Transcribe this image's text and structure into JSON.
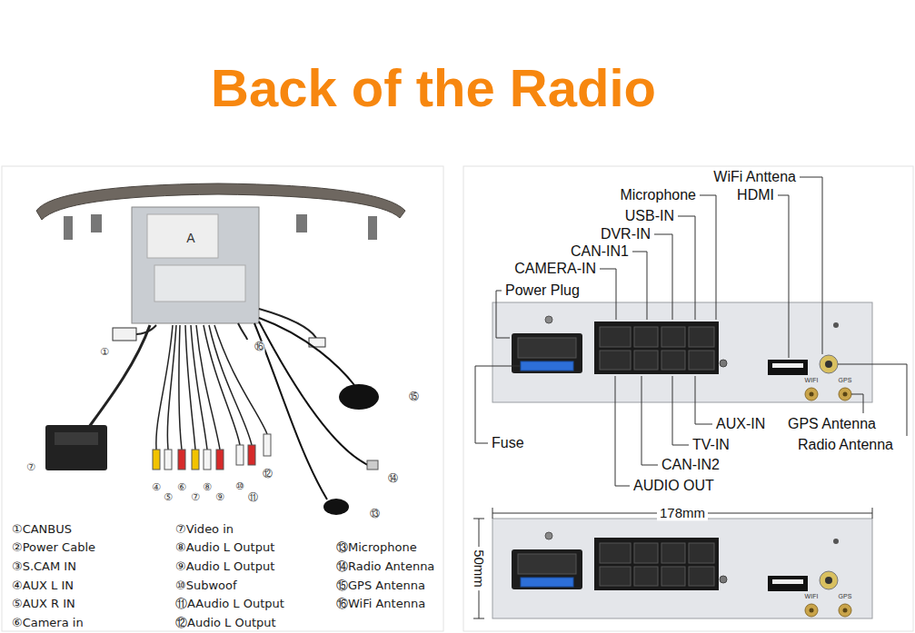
{
  "diagram": {
    "title": "Back of the Radio",
    "labels": [
      "①",
      "⑯",
      "⑮",
      "⑦",
      "④",
      "⑤",
      "⑥",
      "⑦",
      "⑧",
      "⑨",
      "⑩",
      "⑪",
      "⑫",
      "⑭",
      "⑬",
      "A",
      "WiFi Anttena",
      "HDMI",
      "Microphone",
      "USB-IN",
      "DVR-IN",
      "CAN-IN1",
      "CAMERA-IN",
      "Power Plug",
      "Fuse",
      "AUDIO OUT",
      "CAN-IN2",
      "TV-IN",
      "AUX-IN",
      "GPS Antenna",
      "Radio Antenna",
      "WIFI",
      "GPS",
      "WIFI",
      "GPS",
      "178mm",
      "50mm",
      "①CANBUS",
      "②Power Cable",
      "③S.CAM IN",
      "④AUX L IN",
      "⑤AUX R IN",
      "⑥Camera in",
      "⑦Video in",
      "⑧Audio L Output",
      "⑨Audio L Output",
      "⑩Subwoof",
      "⑪AAudio L Output",
      "⑫Audio L Output",
      "⑬Microphone",
      "⑭Radio Antenna",
      "⑮GPS Antenna",
      "⑯WiFi Antenna"
    ]
  }
}
